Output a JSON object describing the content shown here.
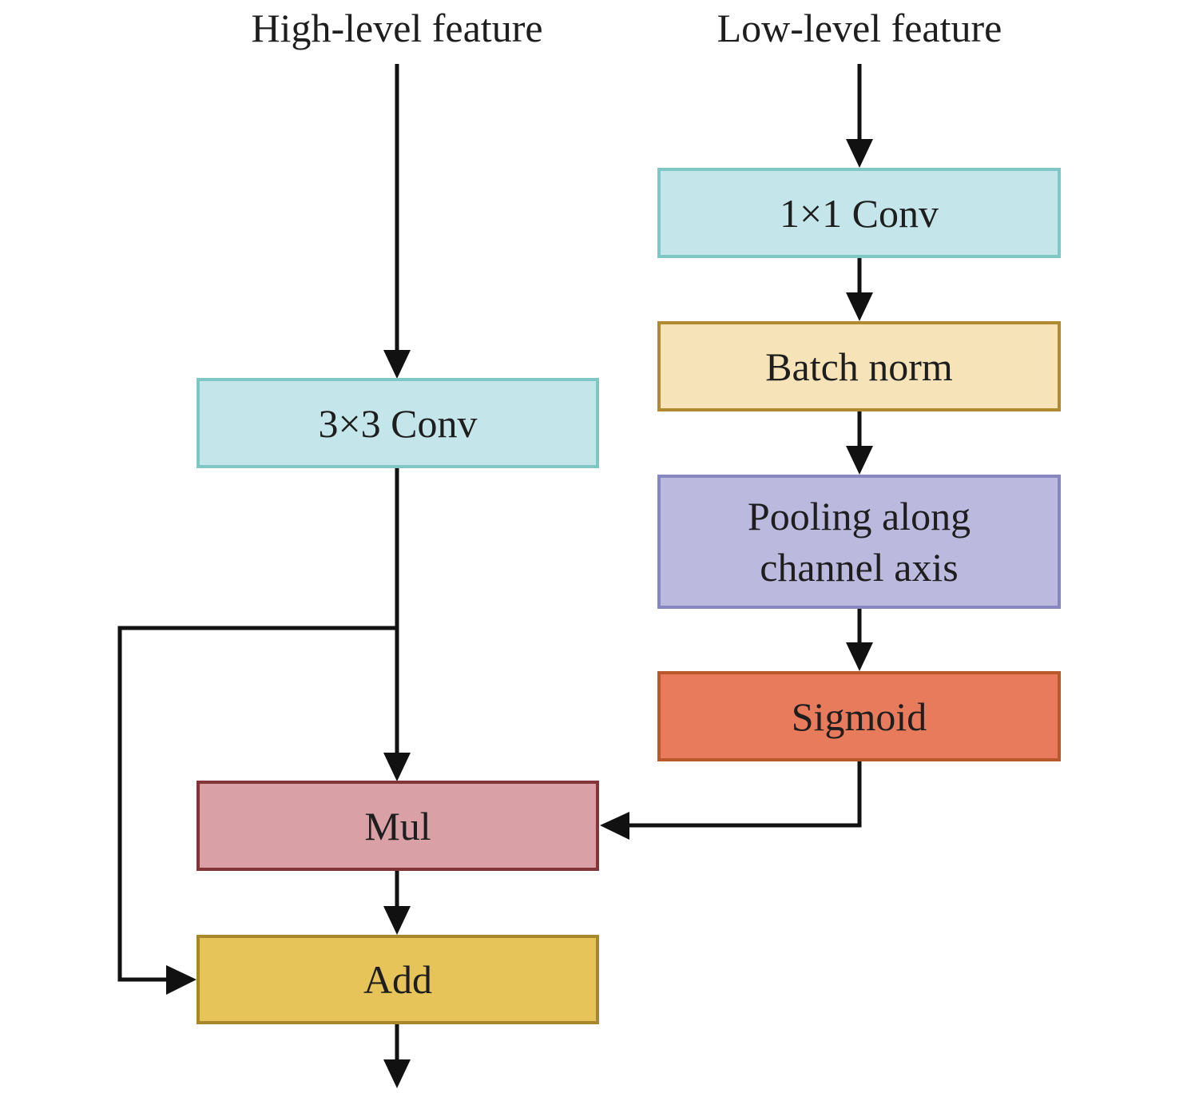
{
  "inputs": {
    "high_level": "High-level feature",
    "low_level": "Low-level feature"
  },
  "nodes": {
    "conv3x3": {
      "label": "3×3 Conv",
      "fill": "#c4e6ea",
      "stroke": "#7fc7c5"
    },
    "conv1x1": {
      "label": "1×1 Conv",
      "fill": "#c4e6ea",
      "stroke": "#7fc7c5"
    },
    "batch_norm": {
      "label": "Batch norm",
      "fill": "#f6e4b8",
      "stroke": "#b08a2e"
    },
    "pooling": {
      "line1": "Pooling along",
      "line2": "channel axis",
      "fill": "#bcb9de",
      "stroke": "#8886c0"
    },
    "sigmoid": {
      "label": "Sigmoid",
      "fill": "#e77b5c",
      "stroke": "#b9582a"
    },
    "mul": {
      "label": "Mul",
      "fill": "#d9a0a6",
      "stroke": "#823538"
    },
    "add": {
      "label": "Add",
      "fill": "#e6c45a",
      "stroke": "#a8862a"
    }
  },
  "edges": [
    {
      "from": "High-level feature",
      "to": "3×3 Conv"
    },
    {
      "from": "Low-level feature",
      "to": "1×1 Conv"
    },
    {
      "from": "1×1 Conv",
      "to": "Batch norm"
    },
    {
      "from": "Batch norm",
      "to": "Pooling along channel axis"
    },
    {
      "from": "Pooling along channel axis",
      "to": "Sigmoid"
    },
    {
      "from": "3×3 Conv",
      "to": "Mul"
    },
    {
      "from": "Sigmoid",
      "to": "Mul"
    },
    {
      "from": "3×3 Conv",
      "to": "Add",
      "type": "skip"
    },
    {
      "from": "Mul",
      "to": "Add"
    },
    {
      "from": "Add",
      "to": "output"
    }
  ]
}
